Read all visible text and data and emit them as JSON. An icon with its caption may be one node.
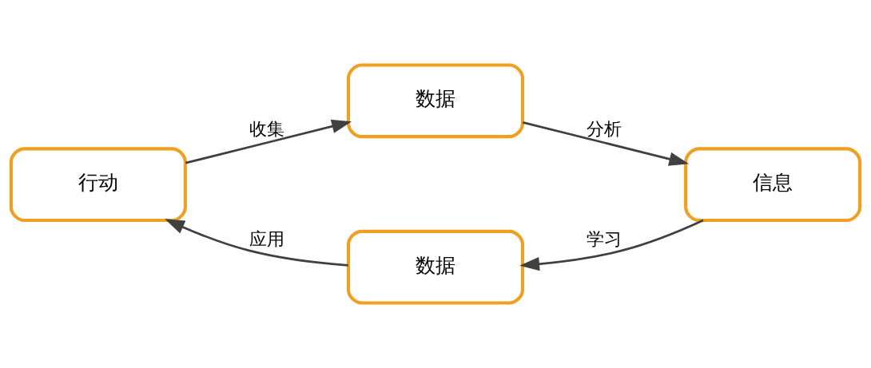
{
  "diagram": {
    "nodes": [
      {
        "text": [
          "行动"
        ]
      },
      {
        "text": [
          "数据"
        ]
      },
      {
        "text": [
          "信息"
        ]
      },
      {
        "text": [
          "数据"
        ]
      }
    ],
    "edges": [
      {
        "from": 0,
        "to": 1,
        "arrow": "to",
        "label": "收集"
      },
      {
        "from": 1,
        "to": 2,
        "arrow": "to",
        "label": "分析"
      },
      {
        "from": 2,
        "to": 3,
        "arrow": "to",
        "label": "学习"
      },
      {
        "from": 3,
        "to": 0,
        "arrow": "to",
        "label": "应用"
      }
    ]
  }
}
